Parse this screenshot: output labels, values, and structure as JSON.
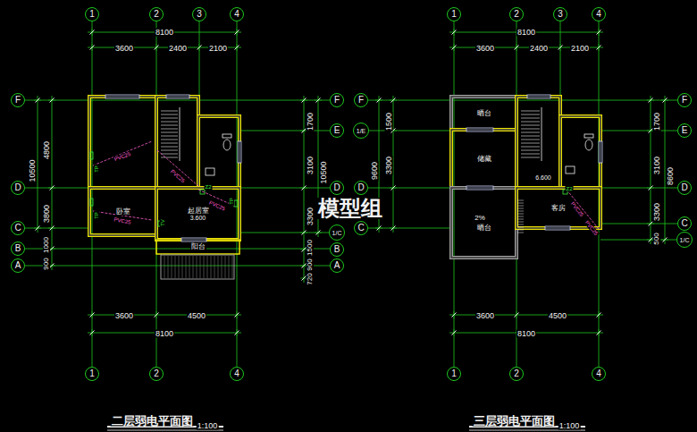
{
  "diagram": {
    "nodes": [
      {
        "text": [
          "1"
        ]
      },
      {
        "text": [
          "2"
        ]
      },
      {
        "text": [
          "3"
        ]
      },
      {
        "text": [
          "4"
        ]
      },
      {
        "text": [
          "F"
        ]
      },
      {
        "text": [
          "D"
        ]
      },
      {
        "text": [
          "C"
        ]
      },
      {
        "text": [
          "B"
        ]
      },
      {
        "text": [
          "A"
        ]
      },
      {
        "text": [
          "卧室"
        ]
      },
      {
        "text": [
          "起居室",
          "3.600"
        ]
      },
      {
        "text": [
          "阳台"
        ]
      },
      {
        "text": [
          "F"
        ]
      },
      {
        "text": [
          "E"
        ]
      },
      {
        "text": [
          "D"
        ]
      },
      {
        "text": [
          "1/C"
        ]
      },
      {
        "text": [
          "B"
        ]
      },
      {
        "text": [
          "A"
        ]
      },
      {
        "text": [
          "1"
        ]
      },
      {
        "text": [
          "2"
        ]
      },
      {
        "text": [
          "4"
        ]
      },
      {
        "text": [
          "1"
        ]
      },
      {
        "text": [
          "2"
        ]
      },
      {
        "text": [
          "3"
        ]
      },
      {
        "text": [
          "4"
        ]
      },
      {
        "text": [
          "F"
        ]
      },
      {
        "text": [
          "1/E"
        ]
      },
      {
        "text": [
          "D"
        ]
      },
      {
        "text": [
          "C"
        ]
      },
      {
        "text": [
          "晒台"
        ]
      },
      {
        "text": [
          "储藏"
        ]
      },
      {
        "text": [
          "晒台"
        ]
      },
      {
        "text": [
          "客房"
        ]
      },
      {
        "text": [
          "F"
        ]
      },
      {
        "text": [
          "E"
        ]
      },
      {
        "text": [
          "D"
        ]
      },
      {
        "text": [
          "C"
        ]
      },
      {
        "text": [
          "1/C"
        ]
      },
      {
        "text": [
          "1"
        ]
      },
      {
        "text": [
          "2"
        ]
      },
      {
        "text": [
          "4"
        ]
      }
    ],
    "labels": [
      "8100",
      "3600",
      "2400",
      "2100",
      "10500",
      "4800",
      "3800",
      "1000",
      "900",
      "PVC25",
      "TP",
      "PVC25",
      "TP",
      "PVC25",
      "Z2",
      "PVC25",
      "TV",
      "TP",
      "1700",
      "3100",
      "3300",
      "1500",
      "900",
      "720",
      "10500",
      "3600",
      "4500",
      "8100",
      "二层弱电平面图",
      "1:100",
      "模型组",
      "8100",
      "3600",
      "2400",
      "2100",
      "9600",
      "1500",
      "3300",
      "6.600",
      "2%",
      "Z2",
      "PVC25",
      "PVC25",
      "1700",
      "3100",
      "3300",
      "500",
      "8600",
      "3600",
      "4500",
      "8100",
      "三层弱电平面图",
      "1:100"
    ]
  }
}
